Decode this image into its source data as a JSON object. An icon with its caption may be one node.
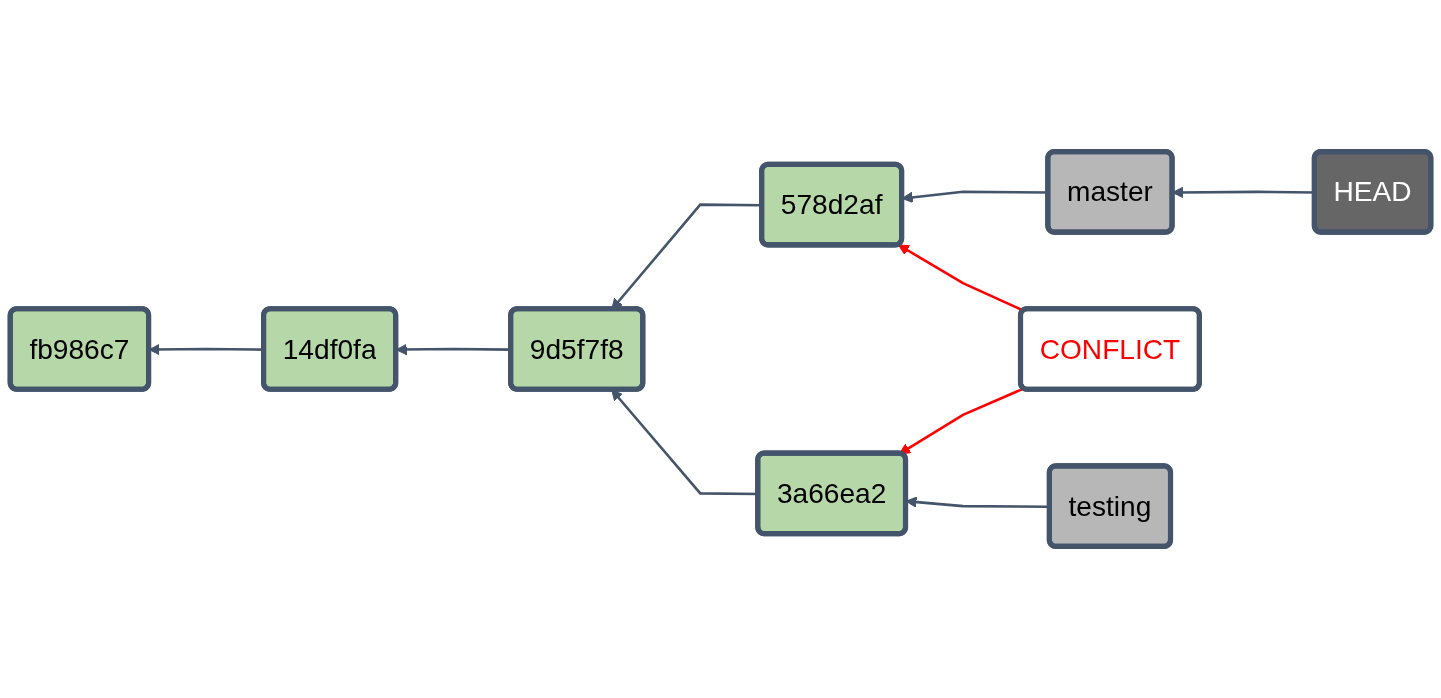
{
  "diagram": {
    "nodes": [
      {
        "text": [
          "HEAD"
        ]
      },
      {
        "text": [
          "master"
        ]
      },
      {
        "text": [
          "fb986c7"
        ]
      },
      {
        "text": [
          "14df0fa"
        ]
      },
      {
        "text": [
          "9d5f7f8"
        ]
      },
      {
        "text": [
          "578d2af"
        ]
      },
      {
        "text": [
          "CONFLICT"
        ]
      },
      {
        "text": [
          "3a66ea2"
        ]
      },
      {
        "text": [
          "testing"
        ]
      }
    ],
    "edges": [
      {
        "from": 0,
        "to": 1,
        "arrow": "to"
      },
      {
        "from": 1,
        "to": 5,
        "arrow": "to"
      },
      {
        "from": 5,
        "to": 4,
        "arrow": "to"
      },
      {
        "from": 7,
        "to": 4,
        "arrow": "to"
      },
      {
        "from": 4,
        "to": 3,
        "arrow": "to"
      },
      {
        "from": 3,
        "to": 2,
        "arrow": "to"
      },
      {
        "from": 6,
        "to": 5,
        "arrow": "to",
        "color": "#ff0000"
      },
      {
        "from": 6,
        "to": 7,
        "arrow": "to",
        "color": "#ff0000"
      },
      {
        "from": 8,
        "to": 7,
        "arrow": "to"
      }
    ]
  }
}
